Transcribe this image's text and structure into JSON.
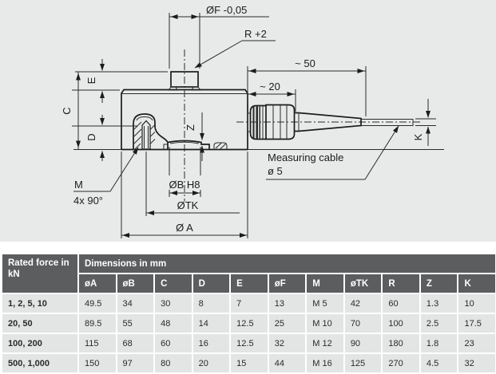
{
  "diagram": {
    "colors": {
      "background": "#e8e9e9",
      "line": "#1c1c1c"
    },
    "labels": {
      "dia_f": "ØF -0,05",
      "radius": "R +2",
      "approx_50": "~ 50",
      "approx_20": "~ 20",
      "dim_e": "E",
      "dim_c": "C",
      "dim_d": "D",
      "dim_z": "Z",
      "dim_k": "K",
      "thread_m": "M",
      "thread_note": "4x 90°",
      "dia_b": "ØB H8",
      "dia_tk": "ØTK",
      "dia_a": "Ø A",
      "cable_line1": "Measuring cable",
      "cable_line2": "ø 5"
    }
  },
  "table": {
    "colors": {
      "header_bg": "#5c5d5f",
      "header_text": "#ffffff",
      "row_bg": "#e3e4e4",
      "cell_text": "#2a2a2a"
    },
    "header": {
      "rated_force": "Rated force in kN",
      "dimensions": "Dimensions in mm",
      "columns": [
        "øA",
        "øB",
        "C",
        "D",
        "E",
        "øF",
        "M",
        "øTK",
        "R",
        "Z",
        "K"
      ]
    },
    "rows": [
      {
        "force": "1, 2, 5, 10",
        "values": [
          "49.5",
          "34",
          "30",
          "8",
          "7",
          "13",
          "M 5",
          "42",
          "60",
          "1.3",
          "10"
        ]
      },
      {
        "force": "20, 50",
        "values": [
          "89.5",
          "55",
          "48",
          "14",
          "12.5",
          "25",
          "M 10",
          "70",
          "100",
          "2.5",
          "17.5"
        ]
      },
      {
        "force": "100, 200",
        "values": [
          "115",
          "68",
          "60",
          "16",
          "12.5",
          "32",
          "M 12",
          "90",
          "180",
          "1.8",
          "23"
        ]
      },
      {
        "force": "500, 1,000",
        "values": [
          "150",
          "97",
          "80",
          "20",
          "15",
          "44",
          "M 16",
          "125",
          "270",
          "4.5",
          "32"
        ]
      }
    ]
  }
}
